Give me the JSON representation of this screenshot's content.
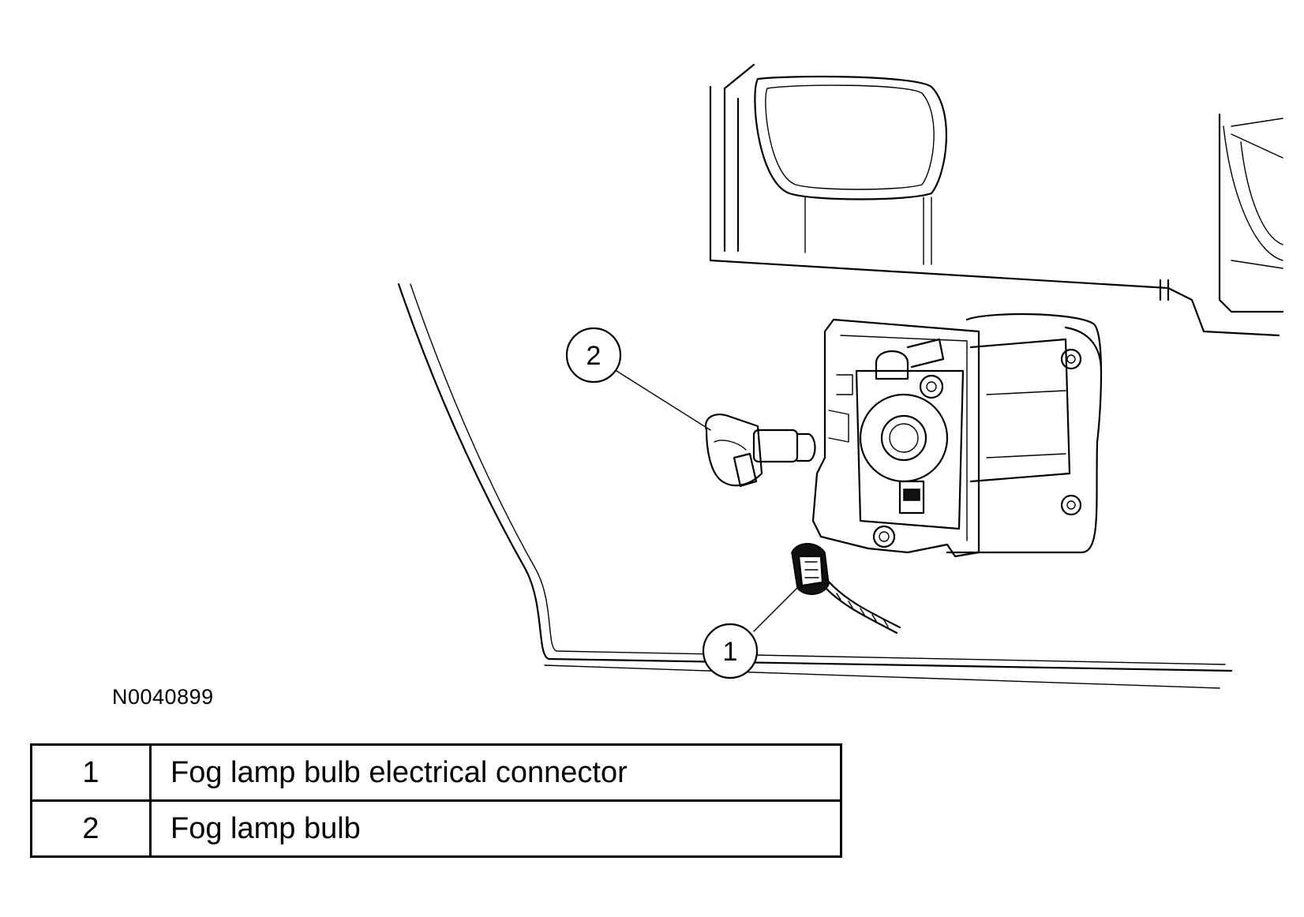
{
  "figure_id": "N0040899",
  "callouts": [
    {
      "number": "1",
      "part": "Fog lamp bulb electrical connector"
    },
    {
      "number": "2",
      "part": "Fog lamp bulb"
    }
  ],
  "legend": {
    "rows": [
      {
        "number": "1",
        "description": "Fog lamp bulb electrical connector"
      },
      {
        "number": "2",
        "description": "Fog lamp bulb"
      }
    ]
  }
}
